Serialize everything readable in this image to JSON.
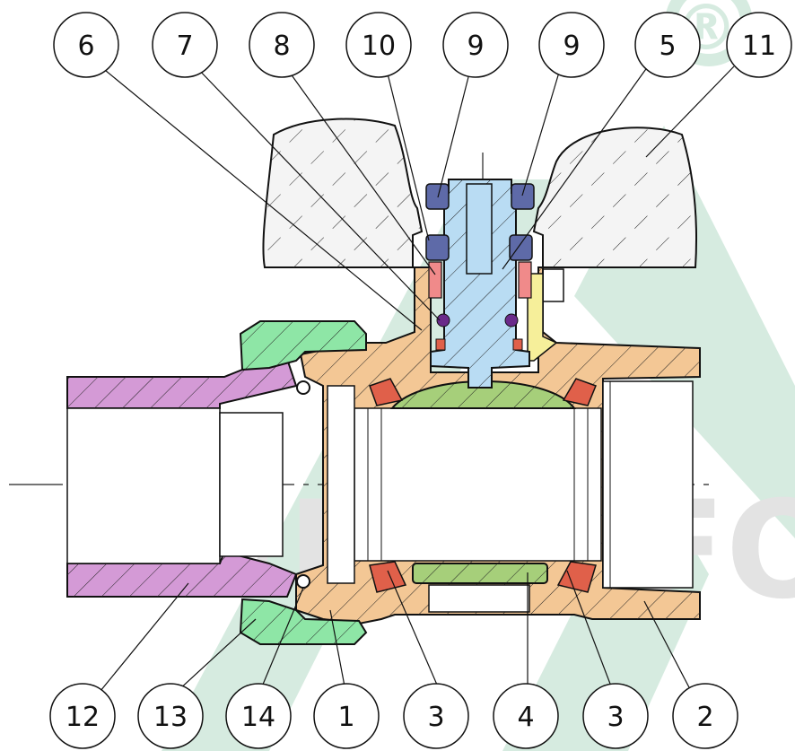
{
  "watermark": {
    "brand": "©KOMFORT",
    "registered_mark": "®",
    "color_shape": "#d6ebe0",
    "color_text": "#e3e3e3"
  },
  "colors": {
    "outline": "#111111",
    "body": "#f3c795",
    "union_nut": "#8ee6a6",
    "tailpiece": "#d49ad6",
    "stem": "#b9dcf3",
    "ball": "#a6cf7a",
    "seat": "#e0604a",
    "handle": "#f4f4f4",
    "gland": "#f6ef9a",
    "packing": "#5e6aa8",
    "oring": "#6a2a8a"
  },
  "callouts": {
    "top": [
      "6",
      "7",
      "8",
      "10",
      "9",
      "9",
      "5",
      "11"
    ],
    "bottom": [
      "12",
      "13",
      "14",
      "1",
      "3",
      "4",
      "3",
      "2"
    ]
  }
}
